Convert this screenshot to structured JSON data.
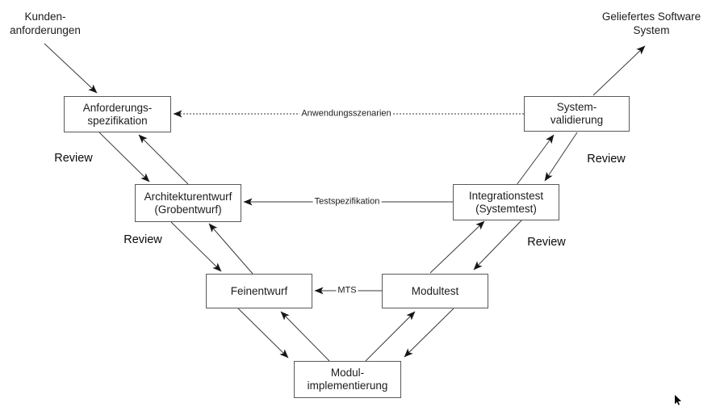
{
  "canvas": {
    "background": "#ffffff",
    "line_color": "#3a3a3a",
    "box_border_color": "#595959",
    "text_color": "#1c1c1c"
  },
  "corner_labels": {
    "customer_requirements": {
      "line1": "Kunden-",
      "line2": "anforderungen"
    },
    "delivered_system": {
      "line1": "Geliefertes Software",
      "line2": "System"
    }
  },
  "boxes": {
    "anforderungsspezifikation": {
      "line1": "Anforderungs-",
      "line2": "spezifikation"
    },
    "architekturentwurf": {
      "line1": "Architekturentwurf",
      "line2": "(Grobentwurf)"
    },
    "feinentwurf": {
      "line1": "Feinentwurf"
    },
    "modulimplementierung": {
      "line1": "Modul-",
      "line2": "implementierung"
    },
    "modultest": {
      "line1": "Modultest"
    },
    "integrationstest": {
      "line1": "Integrationstest",
      "line2": "(Systemtest)"
    },
    "systemvalidierung": {
      "line1": "System-",
      "line2": "validierung"
    }
  },
  "connector_labels": {
    "anwendungsszenarien": "Anwendungsszenarien",
    "testspezifikation": "Testspezifikation",
    "mts": "MTS"
  },
  "review_labels": {
    "left_top": "Review",
    "left_bottom": "Review",
    "right_top": "Review",
    "right_bottom": "Review"
  }
}
